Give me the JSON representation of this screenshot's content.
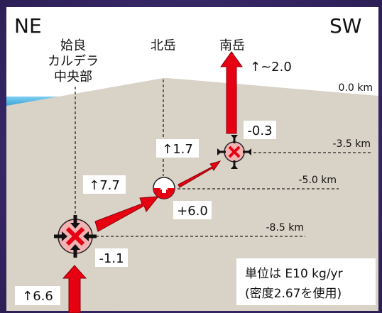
{
  "direction_left": "NE",
  "direction_right": "SW",
  "locations": {
    "aira": [
      "姶良",
      "カルデラ",
      "中央部"
    ],
    "kitadake": "北岳",
    "minamidake": "南岳"
  },
  "depth_labels": {
    "surface": "0.0 km",
    "minus_3_5": "-3.5 km",
    "minus_5_0": "-5.0 km",
    "minus_8_5": "-8.5 km"
  },
  "values": {
    "minamidake_up": "↑~2.0",
    "minamidake_source": "-0.3",
    "kitadake_up": "↑1.7",
    "kitadake_source": "+6.0",
    "transfer_aira_to_kitadake": "↑7.7",
    "aira_source": "-1.1",
    "deep_supply": "↑6.6"
  },
  "unit_note": [
    "単位は E10 kg/yr",
    "(密度2.67を使用)"
  ],
  "colors": {
    "background": "#3a2a6a",
    "ground": "#d9d2c6",
    "water": "#35a8dc",
    "sky": "#ffffff",
    "arrow": "#e60012"
  }
}
